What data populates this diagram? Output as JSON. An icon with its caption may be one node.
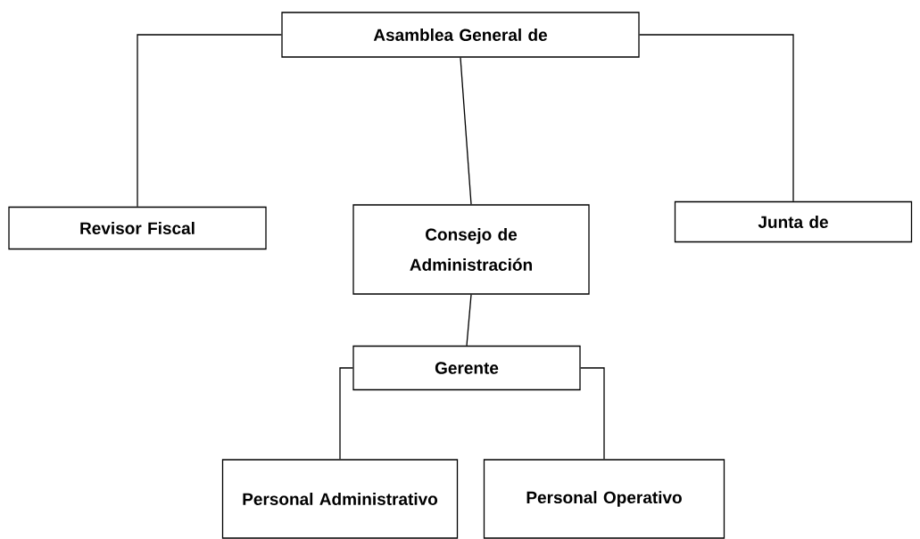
{
  "diagram": {
    "nodes": [
      {
        "text": [
          "Asamblea General de"
        ]
      },
      {
        "text": [
          "Revisor Fiscal"
        ]
      },
      {
        "text": [
          "Consejo de Administración"
        ]
      },
      {
        "text": [
          "Junta de"
        ]
      },
      {
        "text": [
          "Gerente"
        ]
      },
      {
        "text": [
          "Personal Administrativo"
        ]
      },
      {
        "text": [
          "Personal Operativo"
        ]
      }
    ],
    "edges": [
      {
        "from": 0,
        "to": 1,
        "arrow": "none"
      },
      {
        "from": 0,
        "to": 2,
        "arrow": "none"
      },
      {
        "from": 0,
        "to": 3,
        "arrow": "none"
      },
      {
        "from": 2,
        "to": 4,
        "arrow": "none"
      },
      {
        "from": 4,
        "to": 5,
        "arrow": "none"
      },
      {
        "from": 4,
        "to": 6,
        "arrow": "none"
      }
    ]
  }
}
